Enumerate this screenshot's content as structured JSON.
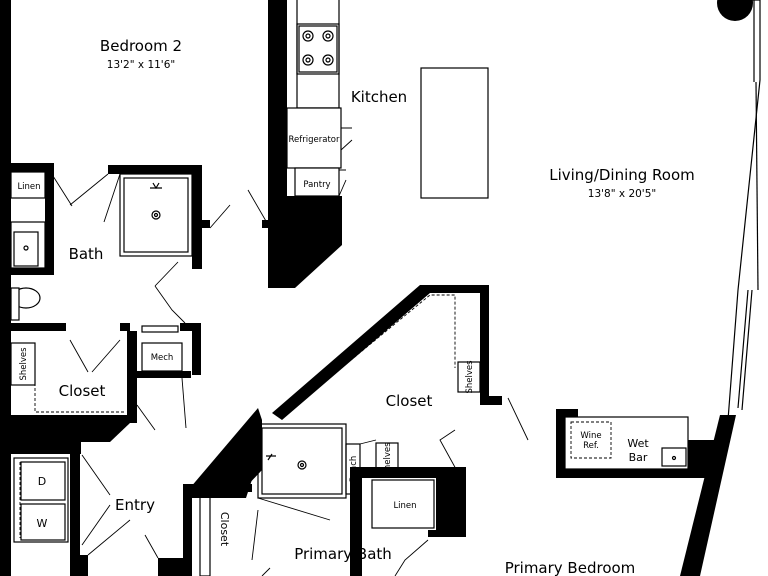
{
  "rooms": {
    "bedroom2": {
      "name": "Bedroom 2",
      "dims": "13'2\" x 11'6\""
    },
    "kitchen": {
      "name": "Kitchen"
    },
    "living": {
      "name": "Living/Dining Room",
      "dims": "13'8\" x 20'5\""
    },
    "bath": {
      "name": "Bath"
    },
    "closet_left": {
      "name": "Closet"
    },
    "closet_center": {
      "name": "Closet"
    },
    "entry": {
      "name": "Entry"
    },
    "primary_bath": {
      "name": "Primary Bath"
    },
    "primary_bedroom": {
      "name": "Primary Bedroom"
    },
    "closet_small": {
      "name": "Closet"
    }
  },
  "fixtures": {
    "linen_top": "Linen",
    "linen_bottom": "Linen",
    "refrigerator": "Refrigerator",
    "pantry": "Pantry",
    "mech": "Mech",
    "shelves_left": "Shelves",
    "shelves_center": "Shelves",
    "shelves_bath": "Shelves",
    "bench": "Bench",
    "dryer": "D",
    "washer": "W",
    "wine_ref_1": "Wine",
    "wine_ref_2": "Ref.",
    "wet_bar_1": "Wet",
    "wet_bar_2": "Bar"
  }
}
